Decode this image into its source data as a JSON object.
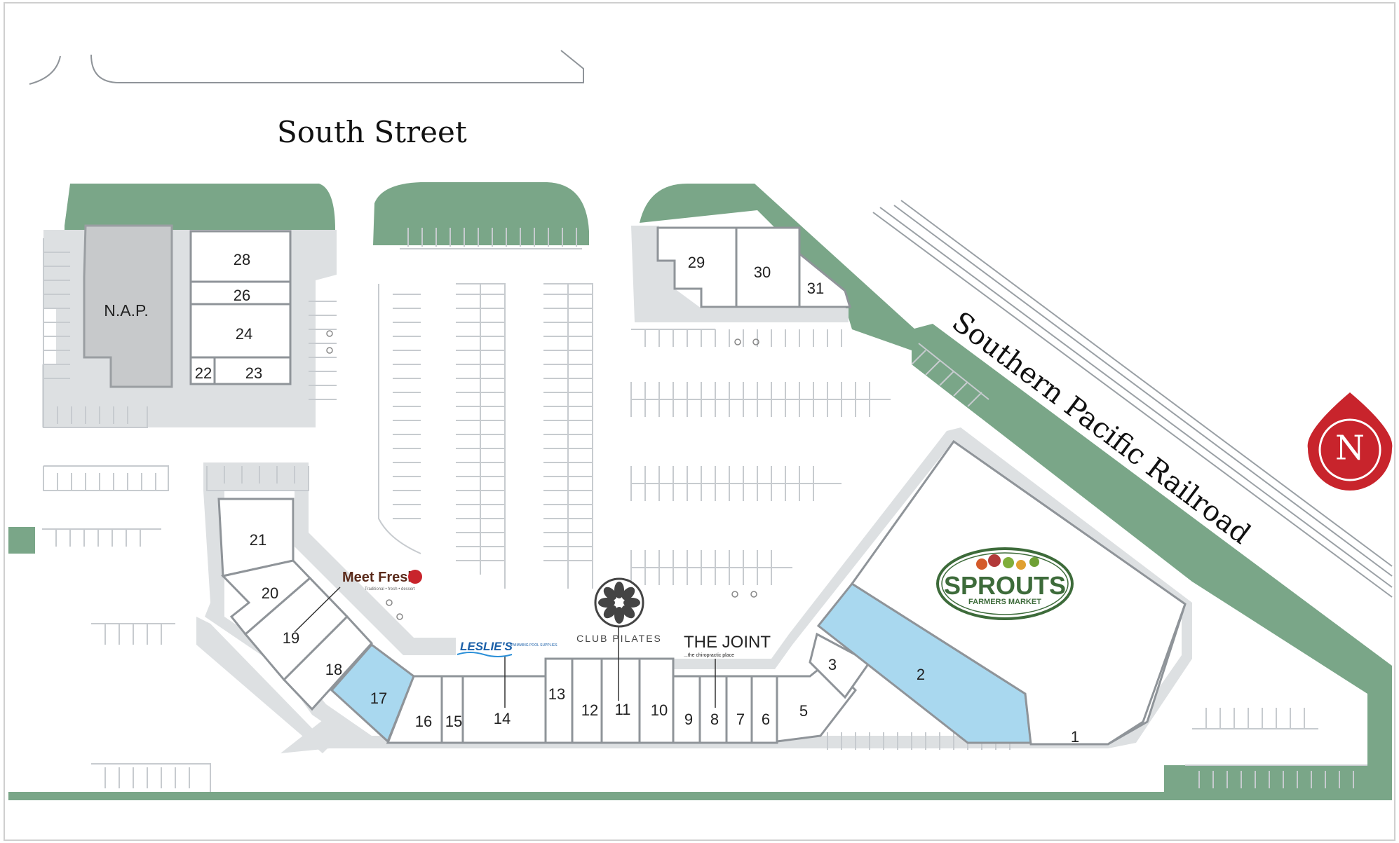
{
  "streets": {
    "south": "South Street",
    "railroad": "Southern Pacific Railroad"
  },
  "north_marker": "N",
  "nap": "N.A.P.",
  "units": {
    "u1": "1",
    "u2": "2",
    "u3": "3",
    "u5": "5",
    "u6": "6",
    "u7": "7",
    "u8": "8",
    "u9": "9",
    "u10": "10",
    "u11": "11",
    "u12": "12",
    "u13": "13",
    "u14": "14",
    "u15": "15",
    "u16": "16",
    "u17": "17",
    "u18": "18",
    "u19": "19",
    "u20": "20",
    "u21": "21",
    "u22": "22",
    "u23": "23",
    "u24": "24",
    "u26": "26",
    "u28": "28",
    "u29": "29",
    "u30": "30",
    "u31": "31"
  },
  "tenants": {
    "meetfresh": {
      "name": "Meet Fresh",
      "tag": "Traditional • fresh • dessert"
    },
    "leslies": {
      "name": "LESLIE'S",
      "tag": "SWIMMING POOL SUPPLIES"
    },
    "clubpilates": {
      "name": "CLUB PILATES"
    },
    "joint": {
      "name": "THE JOINT",
      "tag": "...the chiropractic place"
    },
    "sprouts": {
      "name": "SPROUTS",
      "tag": "FARMERS MARKET"
    }
  },
  "colors": {
    "green": "#7aa688",
    "lot": "#dde0e2",
    "highlight": "#a9d8ef",
    "north": "#c8242c"
  }
}
